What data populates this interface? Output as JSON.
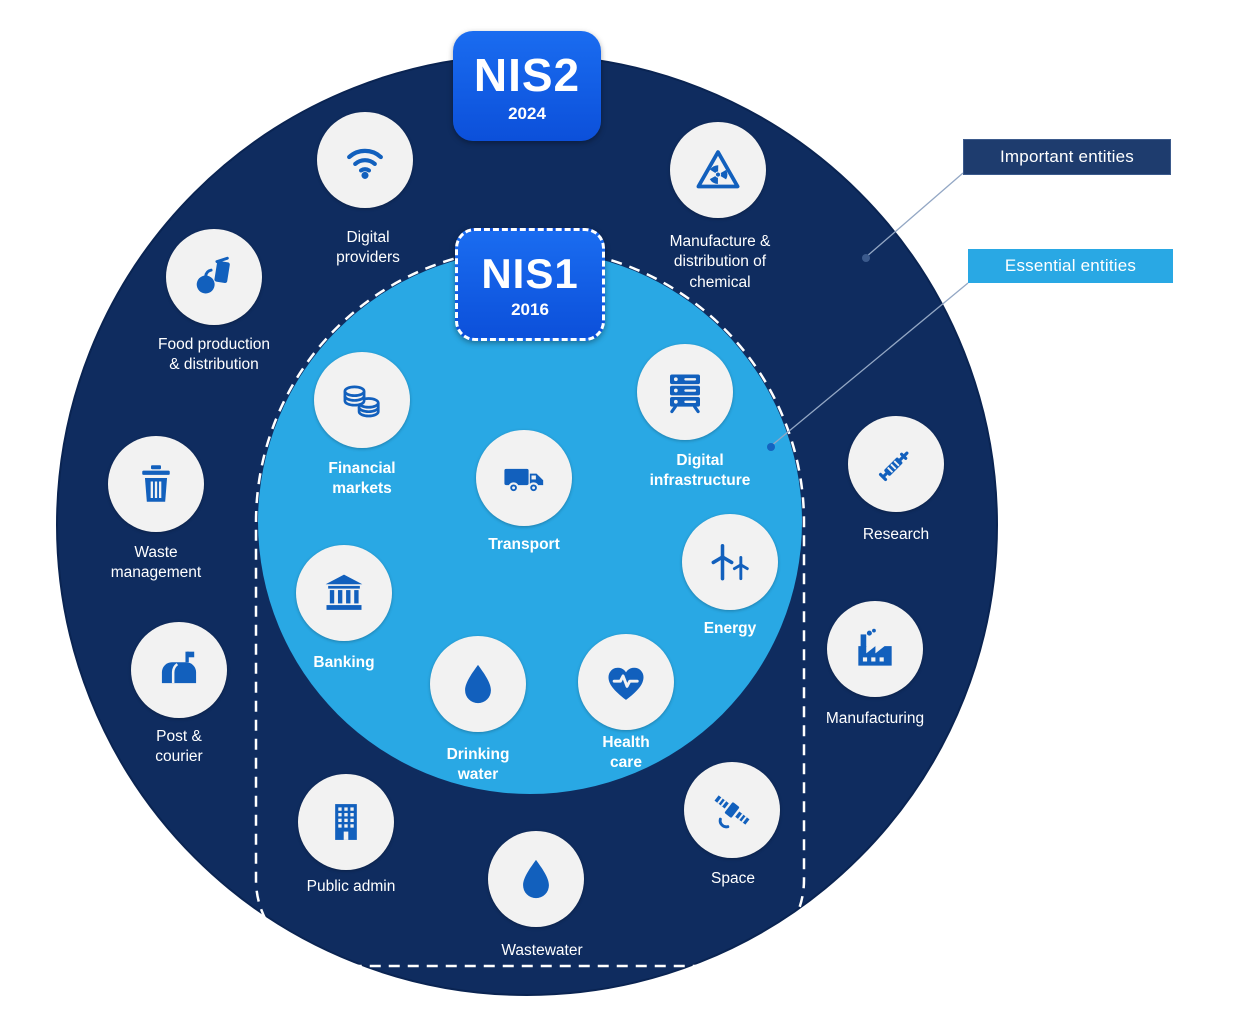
{
  "badges": {
    "nis2": {
      "title": "NIS2",
      "year": "2024"
    },
    "nis1": {
      "title": "NIS1",
      "year": "2016"
    }
  },
  "legend": {
    "important_label": "Important entities",
    "essential_label": "Essential entities"
  },
  "colors": {
    "outer_circle": "#0f2c5f",
    "inner_circle": "#29a8e4",
    "badge_blue": "#1460e8",
    "icon_blue": "#1260bd",
    "legend_navy": "#1e3c6e",
    "legend_blue": "#29a8e4"
  },
  "sectors": {
    "nis1": [
      {
        "id": "financial-markets",
        "label": "Financial markets"
      },
      {
        "id": "transport",
        "label": "Transport"
      },
      {
        "id": "digital-infrastructure",
        "label": "Digital infrastructure"
      },
      {
        "id": "banking",
        "label": "Banking"
      },
      {
        "id": "energy",
        "label": "Energy"
      },
      {
        "id": "drinking-water",
        "label": "Drinking water"
      },
      {
        "id": "health-care",
        "label": "Health care"
      }
    ],
    "nis2_essential_additions": [
      {
        "id": "public-admin",
        "label": "Public admin"
      },
      {
        "id": "wastewater",
        "label": "Wastewater"
      },
      {
        "id": "space",
        "label": "Space"
      }
    ],
    "nis2_important": [
      {
        "id": "digital-providers",
        "label": "Digital providers"
      },
      {
        "id": "chemical",
        "label": "Manufacture & distribution of chemical"
      },
      {
        "id": "food",
        "label": "Food production & distribution"
      },
      {
        "id": "waste-management",
        "label": "Waste management"
      },
      {
        "id": "post-courier",
        "label": "Post & courier"
      },
      {
        "id": "research",
        "label": "Research"
      },
      {
        "id": "manufacturing",
        "label": "Manufacturing"
      }
    ]
  }
}
